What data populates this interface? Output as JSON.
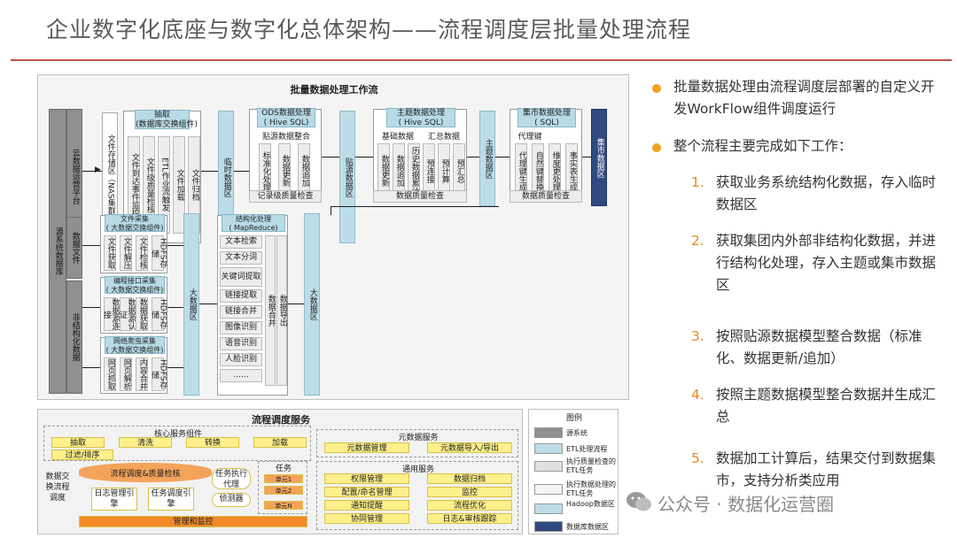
{
  "title": "企业数字化底座与数字化总体架构——流程调度层批量处理流程",
  "workflow": {
    "title": "批量数据处理工作流",
    "source_system": "源系统数据库",
    "cloud_platform": "云数据运营平台",
    "file_storage": "文件存储区（NAS集群）",
    "extract": {
      "header": "抽取\n(数据库交换组件)",
      "cols": [
        "文件到达事件监控",
        "文件级质量检核",
        "ETL作业流触发",
        "文件加载",
        "文件归档"
      ]
    },
    "temp_zone": "临时数据区",
    "ods": {
      "header": "ODS数据处理\n( Hive SQL)",
      "sub": "贴源数据整合",
      "cols": [
        "标准化处理",
        "数据更新",
        "数据追加"
      ],
      "footer": "记录级质量检查"
    },
    "src_zone": "贴源数据区",
    "theme": {
      "header": "主题数据处理\n( Hive SQL)",
      "sub1": "基础数据",
      "sub2": "汇总数据",
      "cols": [
        "数据更新",
        "数据追加",
        "历史数据累计",
        "预连接",
        "预计算",
        "预汇总"
      ],
      "footer": "数据质量检查"
    },
    "theme_zone": "主题数据区",
    "mart": {
      "header": "集市数据处理\n( SQL)",
      "cols": [
        "代理键生成",
        "自然键替换",
        "维度更处理",
        "事实表生成"
      ],
      "sub": "代理键",
      "footer": "数据质量检查"
    },
    "mart_zone": "集市数据区",
    "data_files": "数据文件",
    "unstructured": "非结构化数据",
    "file_collect": {
      "header": "文件采集\n( 大数据交换组件)",
      "cols": [
        "文件获取",
        "文件解压",
        "文件检核",
        "HDFS存储"
      ]
    },
    "api_collect": {
      "header": "编程接口采集\n( 大数据交换组件)",
      "cols": [
        "数据源连接",
        "数据源认证",
        "数据获取",
        "HDFS存储"
      ]
    },
    "crawler": {
      "header": "网络爬虫采集\n( 大数据交换组件)",
      "cols": [
        "网页抓取",
        "网页解析",
        "内容合并",
        "HDFS存储"
      ]
    },
    "bigdata_zone": "大数据区",
    "struct": {
      "header": "结构化处理\n( MapReduce)",
      "items": [
        "文本检索",
        "文本分词",
        "关键词提取",
        "链接提取",
        "链接合并",
        "图像识别",
        "语音识别",
        "人脸识别",
        "......"
      ],
      "merge": "数据合并",
      "export": "数据导出"
    },
    "bigdata_zone2": "大数据区"
  },
  "services": {
    "title": "流程调度服务",
    "core_title": "核心服务组件",
    "core_items": [
      "抽取",
      "清洗",
      "转换",
      "加载",
      "过滤/排序"
    ],
    "exchange": "数据交换流程调度",
    "cylinder": "流程调度&质量检核",
    "engine1": "日志管理引擎",
    "engine2": "任务调度引擎",
    "agent": "任务执行代理",
    "detector": "侦测器",
    "task_title": "任务",
    "tasks": [
      "单元1",
      "单元2",
      "单元N"
    ],
    "manage": "管理和监控",
    "meta_title": "元数据服务",
    "meta_items": [
      "元数据管理",
      "元数据导入/导出"
    ],
    "common_title": "通用服务",
    "common_items": [
      "权限管理",
      "数据归档",
      "配置/命名管理",
      "监控",
      "通知提醒",
      "流程优化",
      "协同管理",
      "日志&审核跟踪"
    ]
  },
  "legend": {
    "title": "图例",
    "items": [
      "源系统",
      "ETL处理流程",
      "执行质量检查的ETL任务",
      "执行数据处理的ETL任务",
      "Hadoop数据区",
      "数据库数据区"
    ],
    "colors": [
      "#8f8f8f",
      "#bcdde8",
      "#e0e0e0",
      "#f4f4f4",
      "#bcdde8",
      "#2e4a80"
    ]
  },
  "right": {
    "b1": "批量数据处理由流程调度层部署的自定义开发WorkFlow组件调度运行",
    "b2": "整个流程主要完成如下工作：",
    "items": [
      {
        "n": "1.",
        "t": "获取业务系统结构化数据，存入临时数据区"
      },
      {
        "n": "2.",
        "t": "获取集团内外部非结构化数据，并进行结构化处理，存入主题或集市数据区"
      },
      {
        "n": "3.",
        "t": "按照贴源数据模型整合数据（标准化、数据更新/追加）"
      },
      {
        "n": "4.",
        "t": "按照主题数据模型整合数据并生成汇总"
      },
      {
        "n": "5.",
        "t": "数据加工计算后，结果交付到数据集市，支持分析类应用"
      }
    ],
    "watermark": "公众号 · 数据化运营圈"
  },
  "colors": {
    "accent": "#c0504d",
    "bullet": "#f0a21f",
    "number": "#e8871e",
    "navy": "#2e4a80",
    "lightblue": "#bcdde8"
  }
}
